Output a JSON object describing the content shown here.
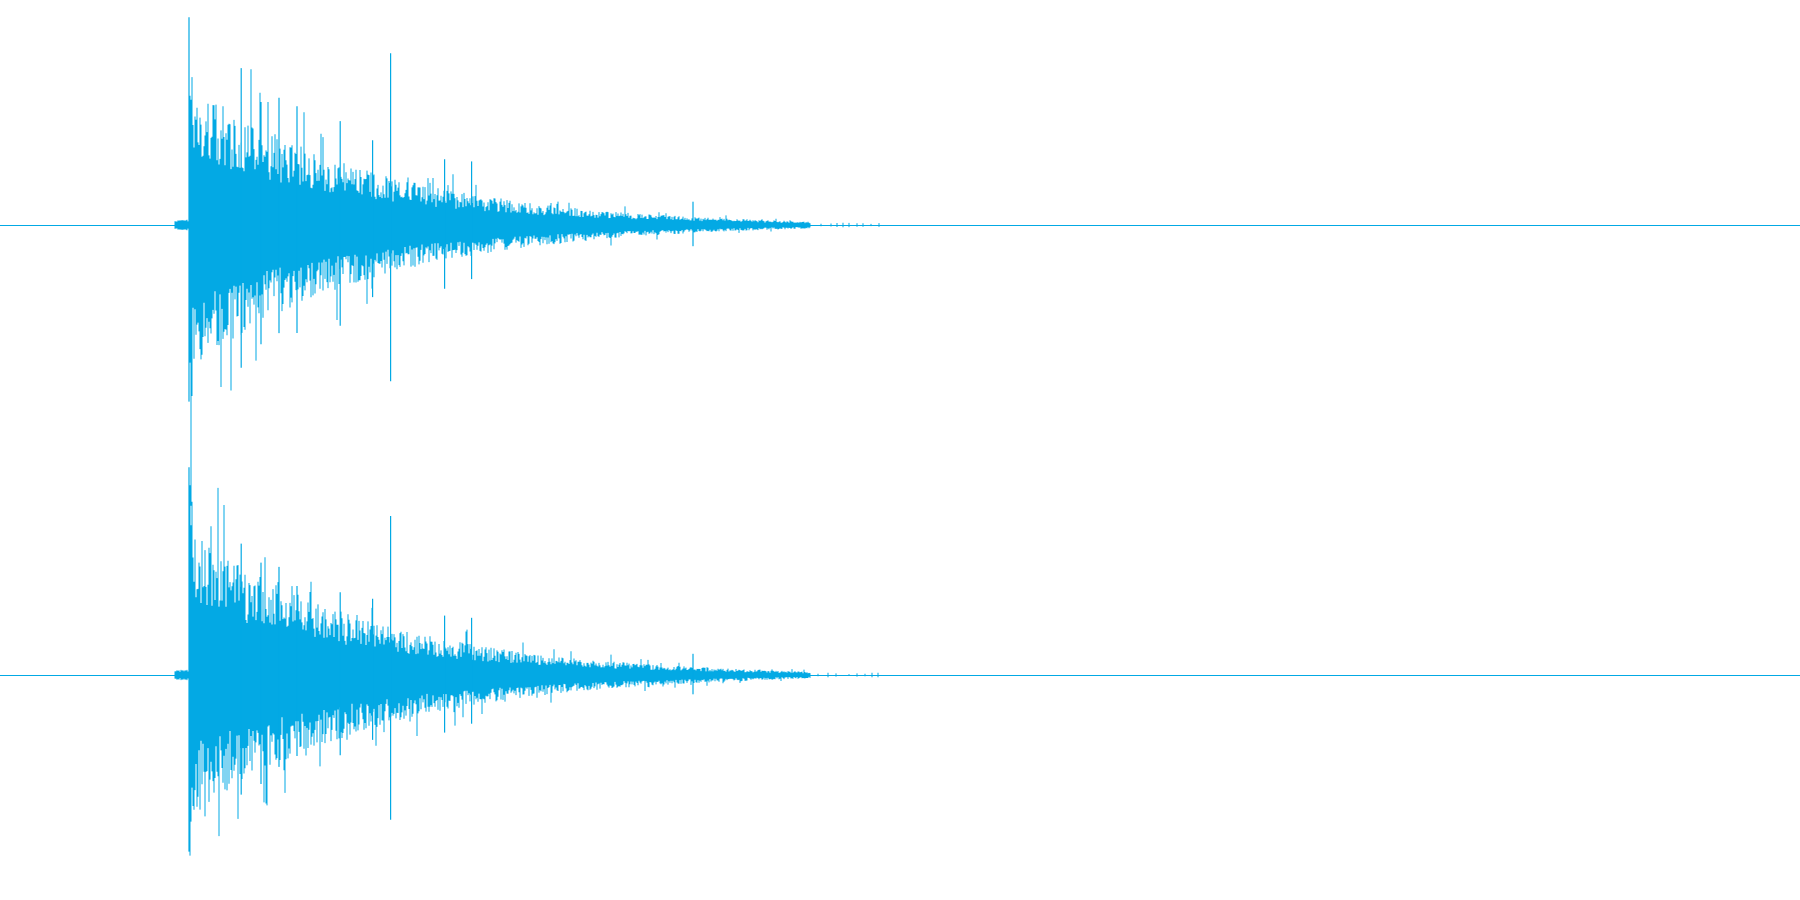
{
  "waveform": {
    "color": "#03a9e4",
    "background": "#ffffff",
    "channels": [
      {
        "name": "",
        "onset": 0.105,
        "peak_amplitude": 0.98,
        "decay_end": 0.45,
        "spikes": [
          {
            "t": 0.105,
            "a": 0.98
          },
          {
            "t": 0.134,
            "a": 0.74
          },
          {
            "t": 0.145,
            "a": 0.58
          },
          {
            "t": 0.155,
            "a": 0.6
          },
          {
            "t": 0.165,
            "a": 0.56
          },
          {
            "t": 0.189,
            "a": 0.49
          },
          {
            "t": 0.207,
            "a": 0.4
          },
          {
            "t": 0.217,
            "a": 0.81
          },
          {
            "t": 0.247,
            "a": 0.31
          },
          {
            "t": 0.262,
            "a": 0.3
          },
          {
            "t": 0.385,
            "a": 0.11
          }
        ]
      },
      {
        "name": "",
        "onset": 0.105,
        "peak_amplitude": 0.98,
        "decay_end": 0.45,
        "spikes": [
          {
            "t": 0.105,
            "a": 0.98
          },
          {
            "t": 0.134,
            "a": 0.62
          },
          {
            "t": 0.145,
            "a": 0.53
          },
          {
            "t": 0.155,
            "a": 0.51
          },
          {
            "t": 0.165,
            "a": 0.42
          },
          {
            "t": 0.189,
            "a": 0.39
          },
          {
            "t": 0.207,
            "a": 0.36
          },
          {
            "t": 0.217,
            "a": 0.75
          },
          {
            "t": 0.247,
            "a": 0.28
          },
          {
            "t": 0.262,
            "a": 0.27
          },
          {
            "t": 0.385,
            "a": 0.1
          }
        ]
      }
    ]
  }
}
